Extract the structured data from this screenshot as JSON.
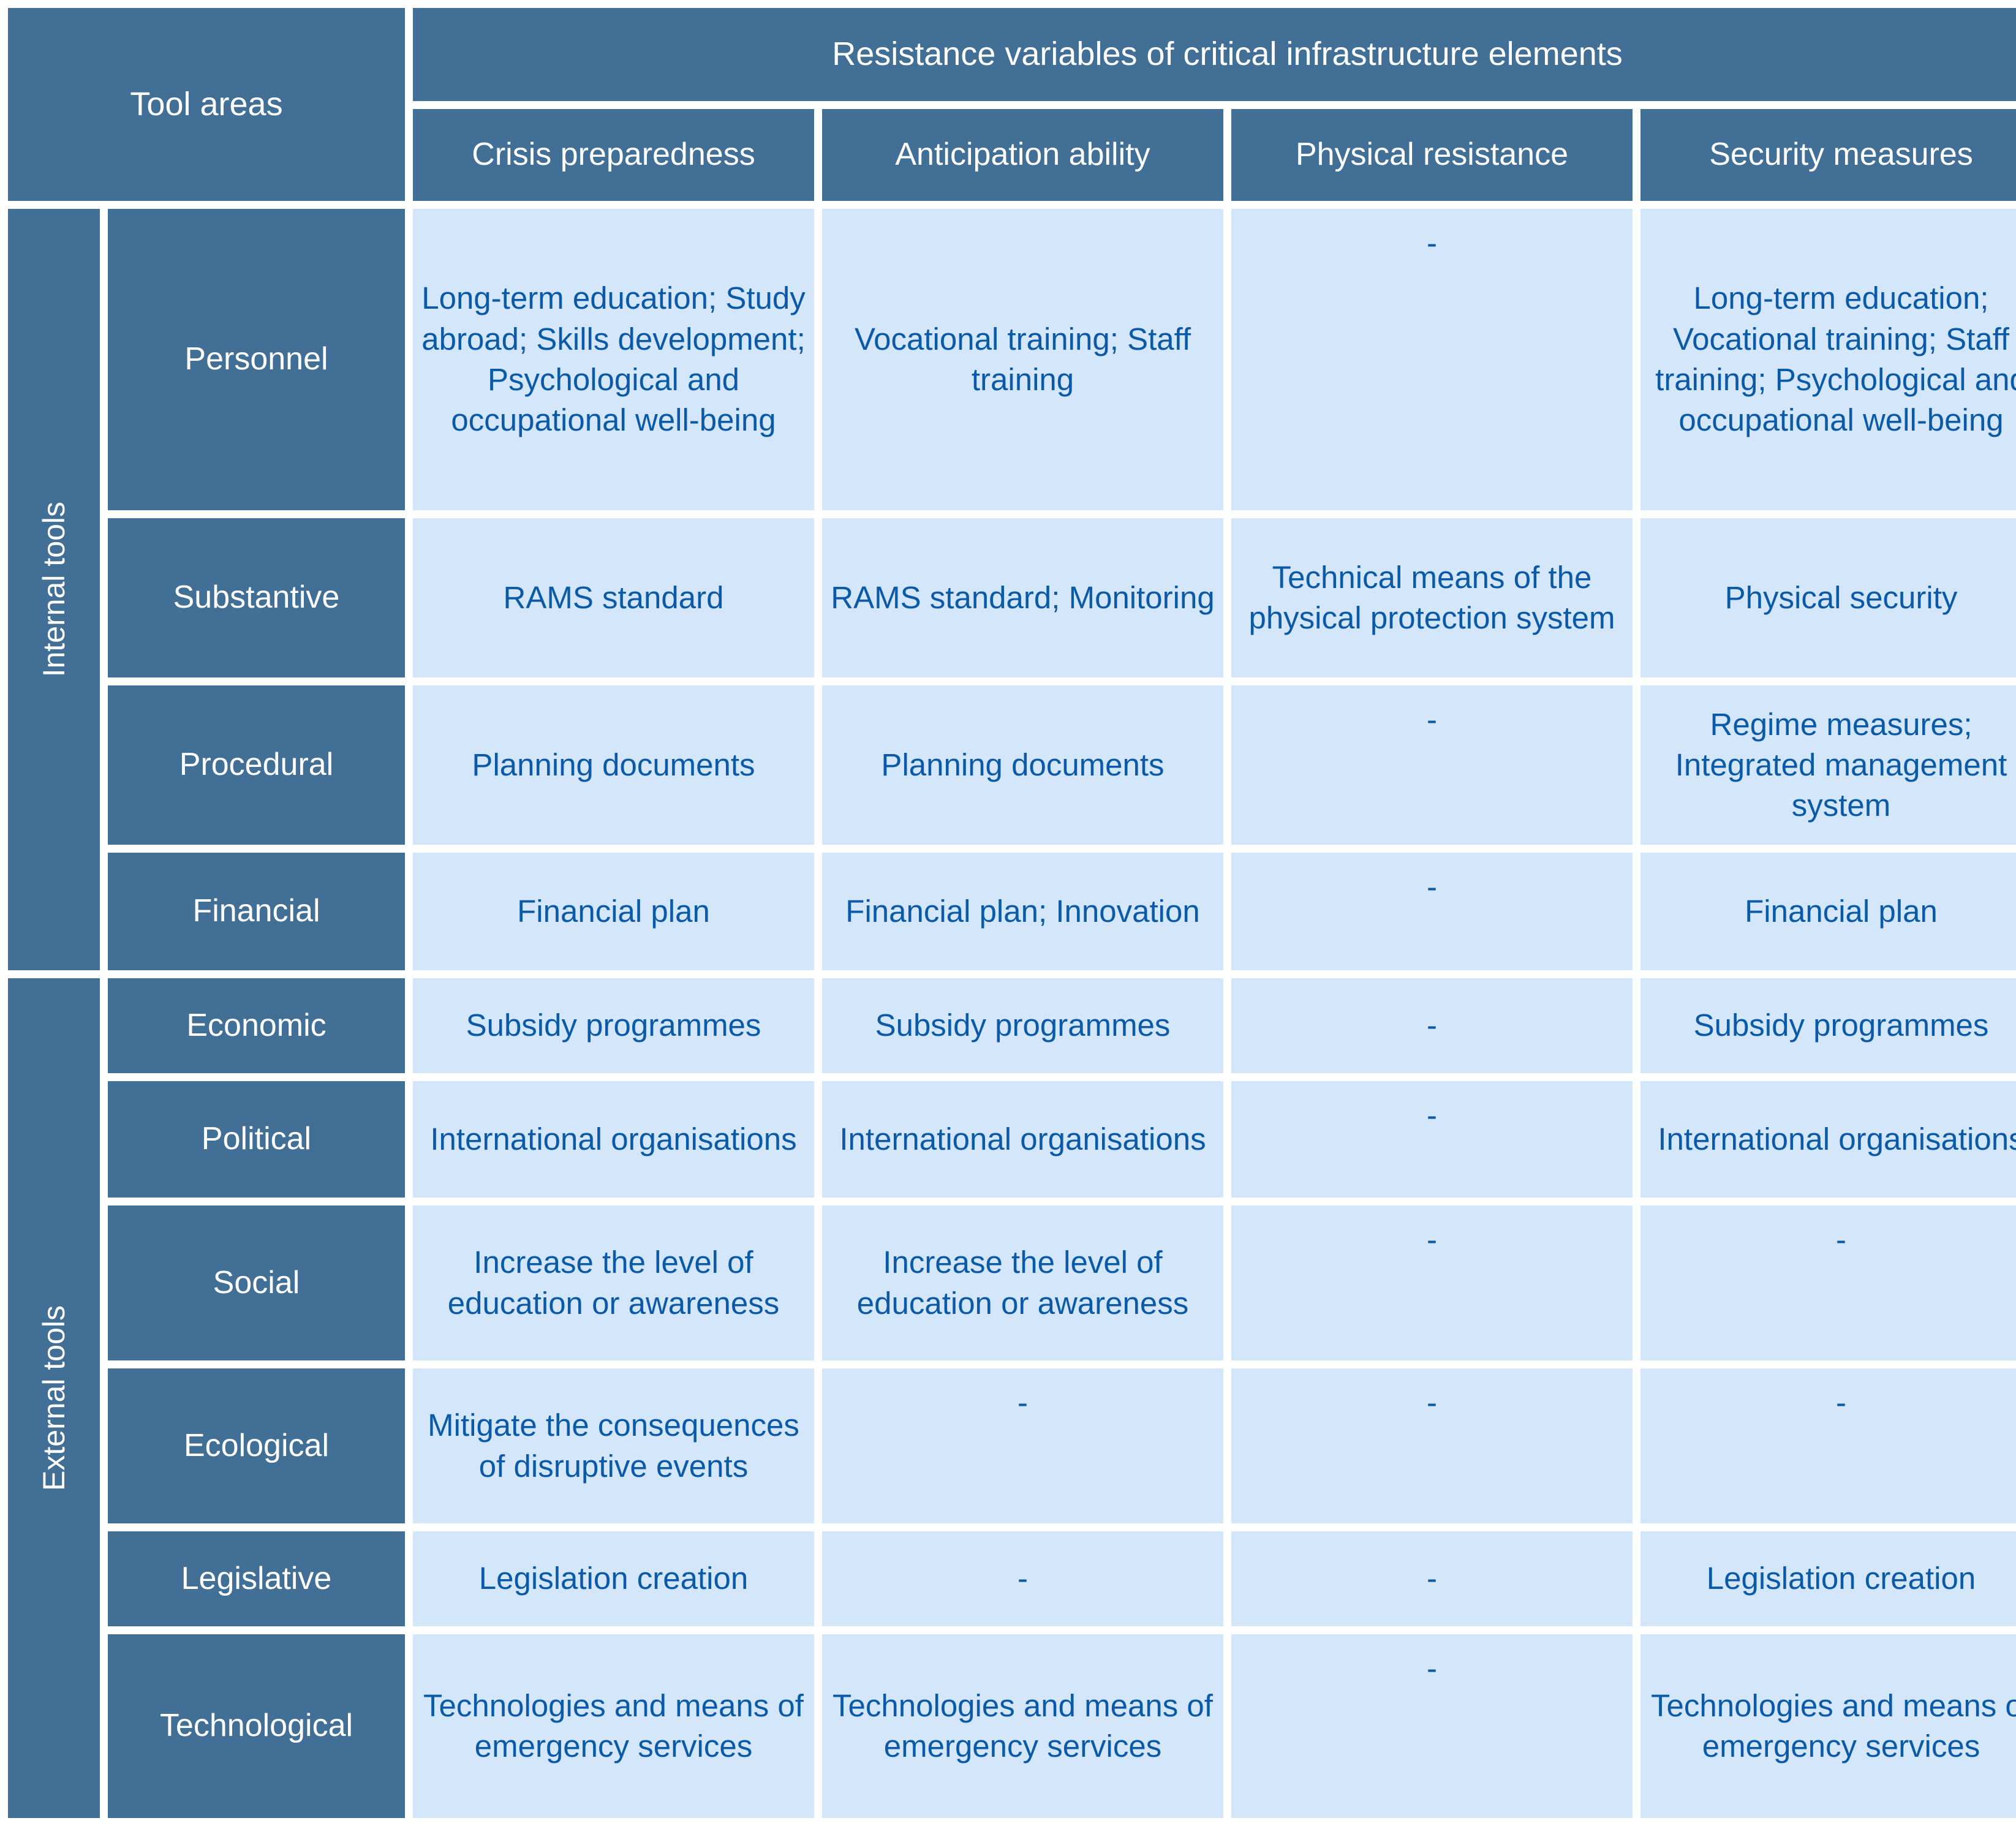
{
  "table": {
    "corner_label": "Tool areas",
    "supergroup_header": "Resistance variables of critical infrastructure elements",
    "columns": [
      "Crisis preparedness",
      "Anticipation ability",
      "Physical resistance",
      "Security measures"
    ],
    "groups": [
      {
        "label": "Internal tools",
        "row_count": 4
      },
      {
        "label": "External tools",
        "row_count": 6
      }
    ],
    "rows": [
      {
        "group": "Internal tools",
        "area": "Personnel",
        "cells": [
          "Long-term education; Study abroad; Skills development; Psychological and occupational well-being",
          "Vocational training; Staff training",
          "-",
          "Long-term education; Vocational training; Staff training; Psychological and occupational well-being"
        ]
      },
      {
        "group": "Internal tools",
        "area": "Substantive",
        "cells": [
          "RAMS standard",
          "RAMS standard; Monitoring",
          "Technical means of the physical protection system",
          "Physical security"
        ]
      },
      {
        "group": "Internal tools",
        "area": "Procedural",
        "cells": [
          "Planning documents",
          "Planning documents",
          "-",
          "Regime measures; Integrated management system"
        ]
      },
      {
        "group": "Internal tools",
        "area": "Financial",
        "cells": [
          "Financial plan",
          "Financial plan; Innovation",
          "-",
          "Financial plan"
        ]
      },
      {
        "group": "External tools",
        "area": "Economic",
        "cells": [
          "Subsidy programmes",
          "Subsidy programmes",
          "-",
          "Subsidy programmes"
        ]
      },
      {
        "group": "External tools",
        "area": "Political",
        "cells": [
          "International organisations",
          "International organisations",
          "-",
          "International organisations"
        ]
      },
      {
        "group": "External tools",
        "area": "Social",
        "cells": [
          "Increase the level of education or awareness",
          "Increase the level of education or awareness",
          "-",
          "-"
        ]
      },
      {
        "group": "External tools",
        "area": "Ecological",
        "cells": [
          "Mitigate the consequences of disruptive events",
          "-",
          "-",
          "-"
        ]
      },
      {
        "group": "External tools",
        "area": "Legislative",
        "cells": [
          "Legislation creation",
          "-",
          "-",
          "Legislation creation"
        ]
      },
      {
        "group": "External tools",
        "area": "Technological",
        "cells": [
          "Technologies and means of emergency services",
          "Technologies and means of emergency services",
          "-",
          "Technologies and means of emergency services"
        ]
      }
    ]
  },
  "colors": {
    "header_background": "#416F96",
    "header_text": "#FFFFFF",
    "cell_background": "#D4E6F9",
    "cell_text": "#0B5AA8",
    "gap": "#FFFFFF"
  }
}
